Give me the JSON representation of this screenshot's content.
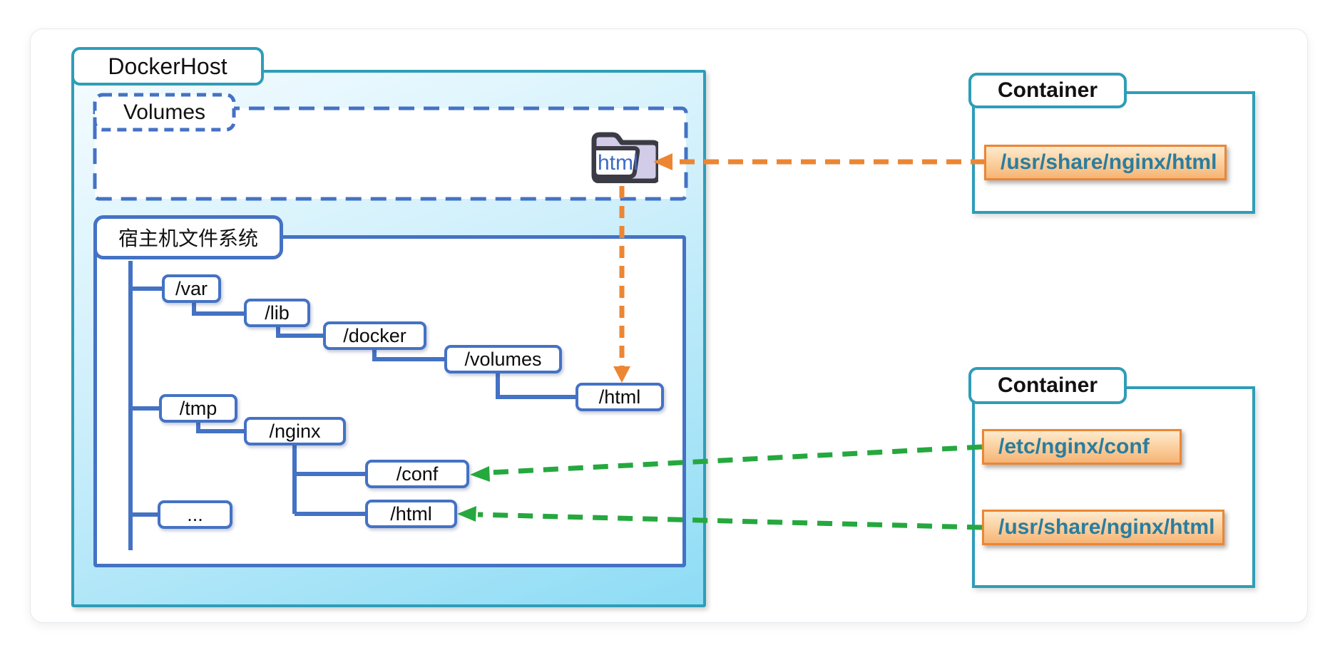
{
  "docker_host": {
    "title": "DockerHost",
    "volumes": {
      "title": "Volumes",
      "folder_label": "html"
    },
    "filesystem": {
      "title": "宿主机文件系统",
      "nodes": [
        "/var",
        "/lib",
        "/docker",
        "/volumes",
        "/html",
        "/tmp",
        "/nginx",
        "/conf",
        "/html",
        "..."
      ]
    }
  },
  "containers": [
    {
      "title": "Container",
      "paths": [
        "/usr/share/nginx/html"
      ]
    },
    {
      "title": "Container",
      "paths": [
        "/etc/nginx/conf",
        "/usr/share/nginx/html"
      ]
    }
  ],
  "colors": {
    "frame_teal": "#2f9db8",
    "tree_blue": "#4472c4",
    "arrow_orange": "#ec8633",
    "arrow_green": "#25a83e",
    "folder_text_blue": "#3d6ac6",
    "path_text_teal": "#2a7d9e",
    "host_fill_top": "#f4fcff",
    "host_fill_bottom": "#8edcf5"
  }
}
